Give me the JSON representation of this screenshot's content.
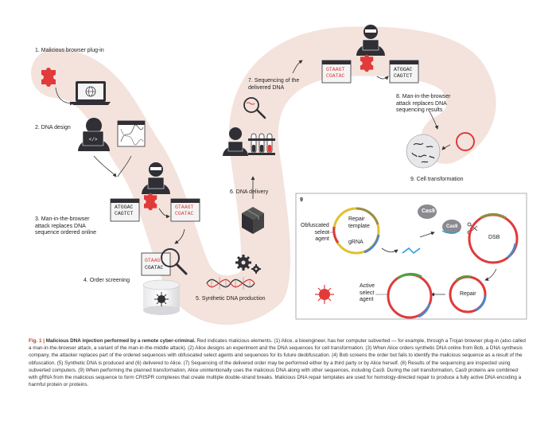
{
  "steps": {
    "s1": "1. Malicious browser plug-in",
    "s2": "2. DNA design",
    "s3": "3. Man-in-the-browser\nattack replaces DNA\nsequence ordered online",
    "s4": "4. Order screening",
    "s5": "5. Synthetic DNA production",
    "s6": "6. DNA delivery",
    "s7": "7. Sequencing of the\ndelivered DNA",
    "s8": "8. Man-in-the-browser\nattack replaces DNA\nsequencing results",
    "s9": "9. Cell transformation"
  },
  "sequences": {
    "orig_top": "ATGGAC",
    "orig_bottom": "CAGTCT",
    "mal_top": "GTAAGT",
    "mal_bottom": "CGATAC",
    "screen_top": "GTAAGT",
    "screen_bottom": "CGATAC"
  },
  "inset": {
    "number": "9",
    "obfuscated": "Obfuscated\nselect\nagent",
    "repair_template": "Repair\ntemplate",
    "grna": "gRNA",
    "cas9": "Cas9",
    "cas9_bound": "Cas9",
    "dsb": "DSB",
    "repair": "Repair",
    "active": "Active\nselect\nagent"
  },
  "caption": {
    "fig": "Fig. 1 |",
    "title": "Malicious DNA injection performed by a remote cyber-criminal.",
    "body": "Red indicates malicious elements. (1) Alice, a bioengineer, has her computer subverted — for example, through a Trojan browser plug-in (also called a man-in-the-browser attack, a variant of the man-in-the-middle attack). (2) Alice designs an experiment and the DNA sequences for cell transformation. (3) When Alice orders synthetic DNA online from Bob, a DNA synthesis company, the attacker replaces part of the ordered sequences with obfuscated select agents and sequences for its future deobfuscation. (4) Bob screens the order but fails to identify the malicious sequence as a result of the obfuscation. (5) Synthetic DNA is produced and (6) delivered to Alice. (7) Sequencing of the delivered order may be performed either by a third party or by Alice herself. (8) Results of the sequencing are inspected using subverted computers. (9) When performing the planned transformation, Alice unintentionally uses the malicious DNA along with other sequences, including Cas9. During the cell transformation, Cas9 proteins are combined with gRNA from the malicious sequence to form CRISPR complexes that create multiple double-strand breaks. Malicious DNA repair templates are used for homology-directed repair to produce a fully active DNA encoding a harmful protein or proteins."
  },
  "colors": {
    "path": "#f2e4dd",
    "malicious": "#e03a3a",
    "dark": "#2f2f35",
    "gray": "#8a8a90"
  }
}
